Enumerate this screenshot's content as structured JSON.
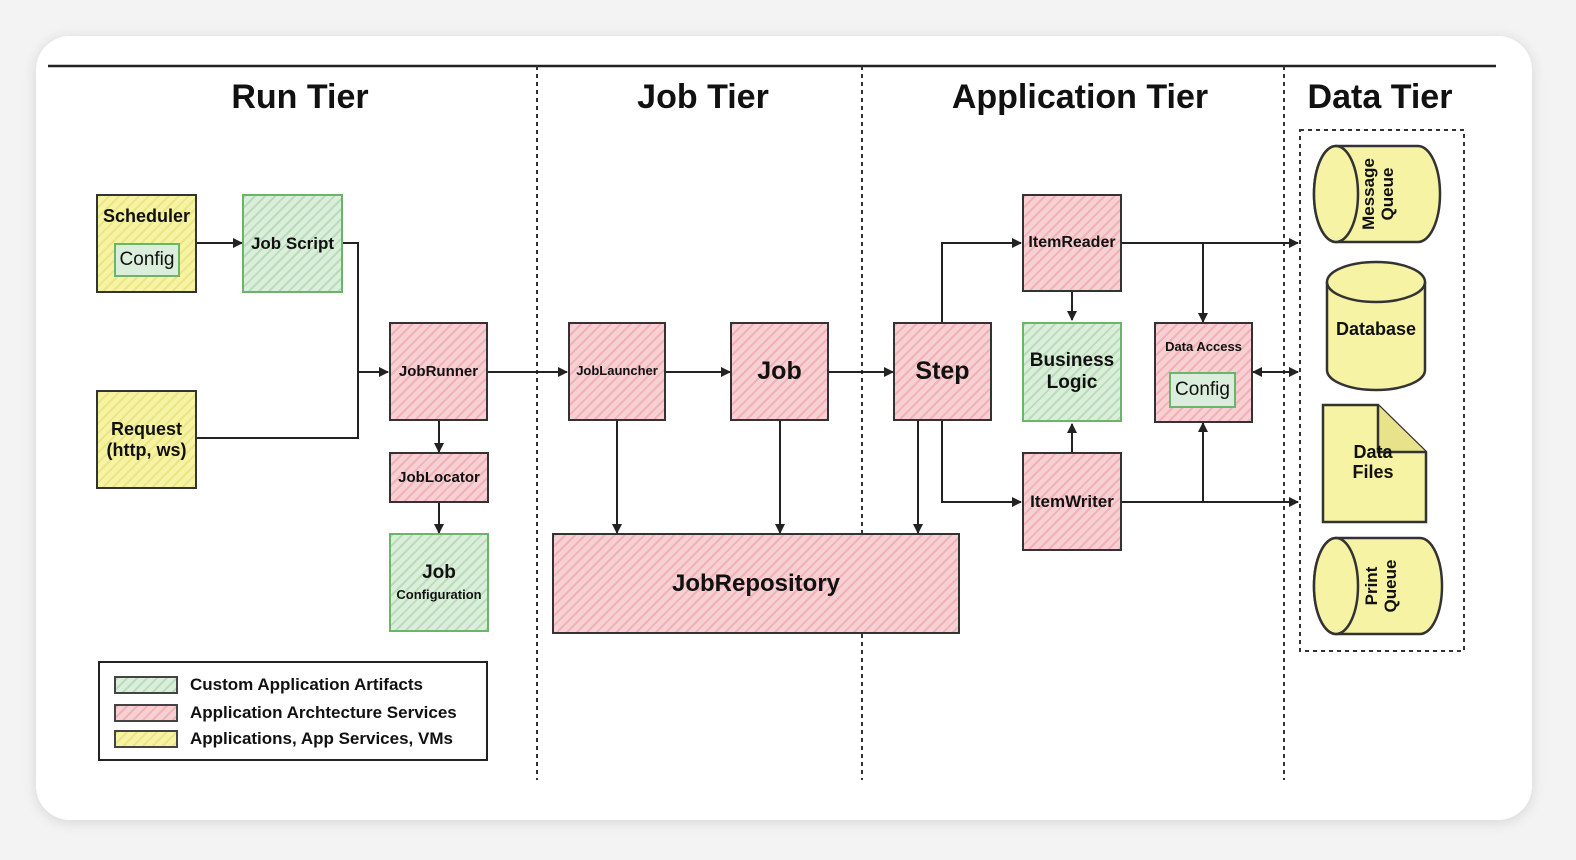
{
  "tiers": {
    "run": "Run Tier",
    "job": "Job Tier",
    "application": "Application Tier",
    "data": "Data Tier"
  },
  "nodes": {
    "scheduler": "Scheduler",
    "scheduler_config": "Config",
    "job_script": "Job Script",
    "request_line1": "Request",
    "request_line2": "(http, ws)",
    "job_runner": "JobRunner",
    "job_locator": "JobLocator",
    "job_configuration_line1": "Job",
    "job_configuration_line2": "Configuration",
    "job_launcher": "JobLauncher",
    "job": "Job",
    "job_repository": "JobRepository",
    "step": "Step",
    "item_reader": "ItemReader",
    "business_logic_line1": "Business",
    "business_logic_line2": "Logic",
    "item_writer": "ItemWriter",
    "data_access": "Data Access",
    "data_access_config": "Config",
    "message_queue_line1": "Message",
    "message_queue_line2": "Queue",
    "database": "Database",
    "data_files_line1": "Data",
    "data_files_line2": "Files",
    "print_queue_line1": "Print",
    "print_queue_line2": "Queue"
  },
  "legend": [
    {
      "label": "Custom Application Artifacts",
      "color": "#dbeedb"
    },
    {
      "label": "Application Archtecture Services",
      "color": "#f7d0d3"
    },
    {
      "label": "Applications, App Services, VMs",
      "color": "#f6f3a4"
    }
  ],
  "colors": {
    "pink": "#f7d0d3",
    "green": "#dbeedb",
    "yellow": "#f6f3a4"
  }
}
